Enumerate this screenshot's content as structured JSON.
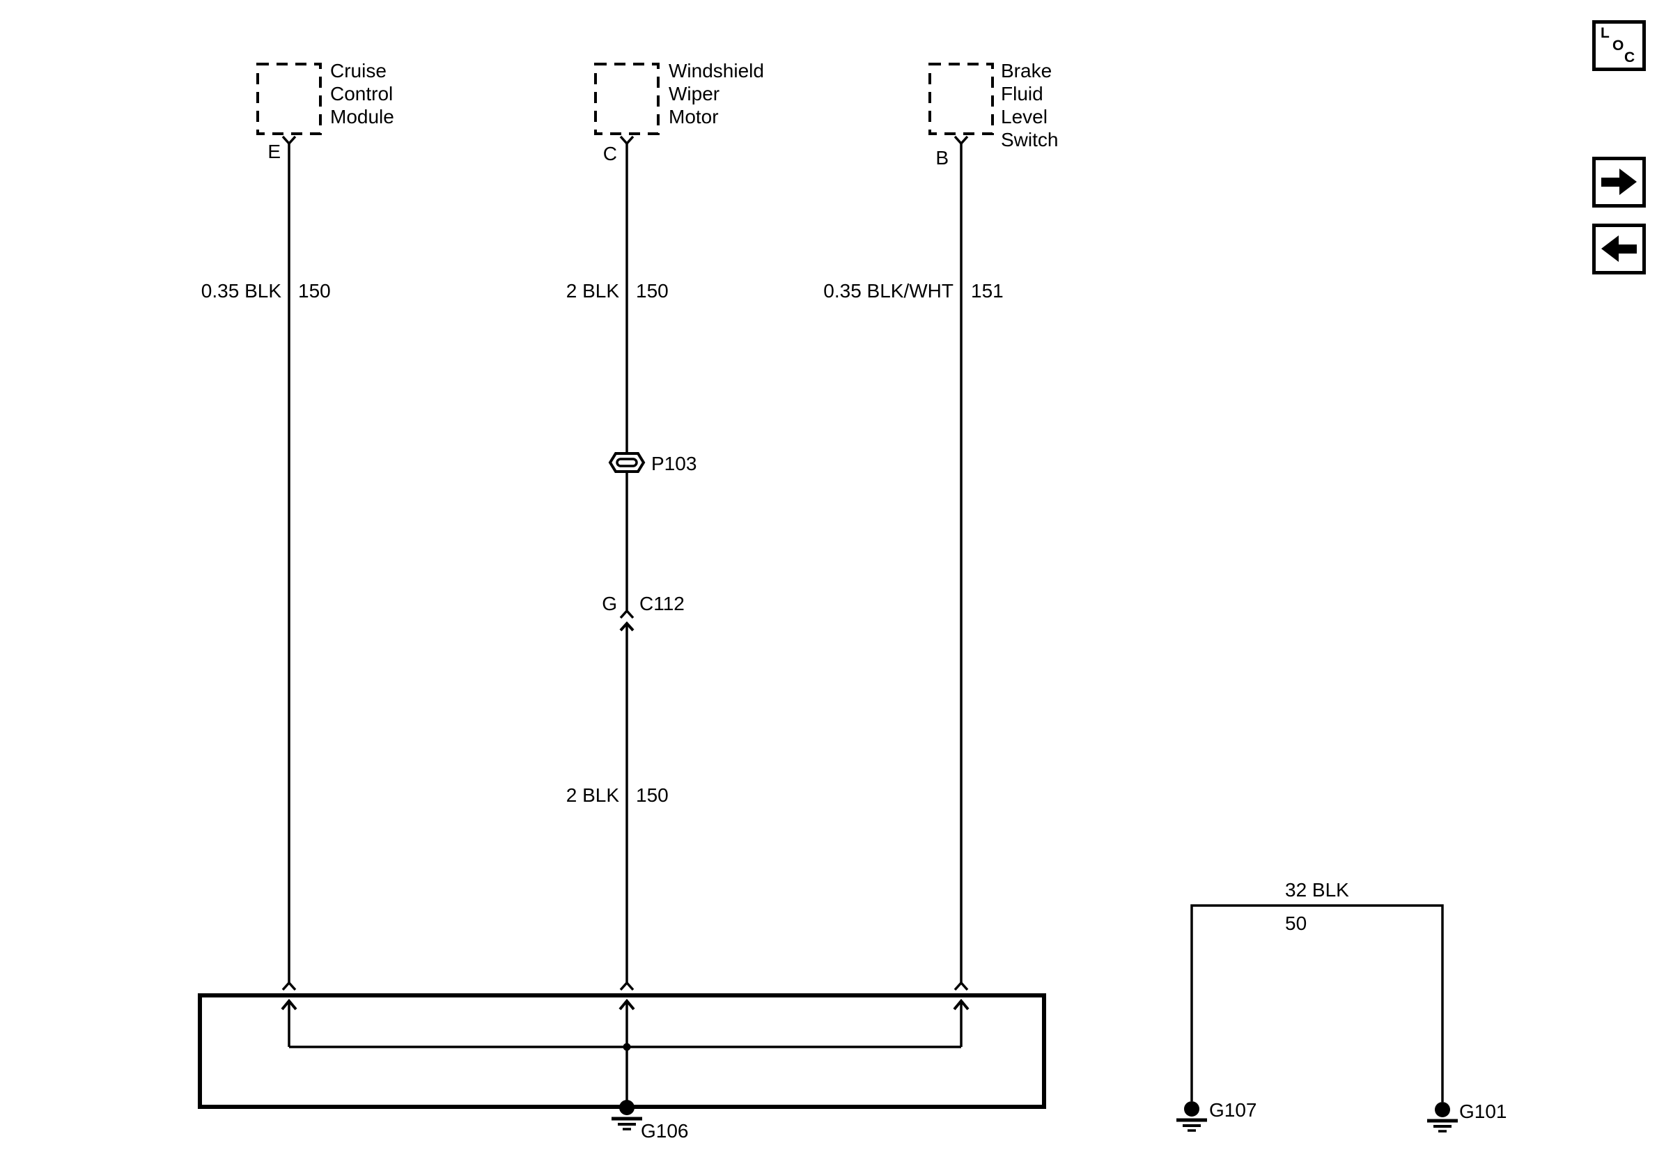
{
  "toolbar": {
    "loc_button": {
      "letters": [
        "L",
        "O",
        "C"
      ]
    },
    "forward_button": {
      "icon": "arrow-right-icon"
    },
    "back_button": {
      "icon": "arrow-left-icon"
    }
  },
  "components": {
    "cruise_control_module": {
      "name_lines": [
        "Cruise",
        "Control",
        "Module"
      ],
      "pin": "E"
    },
    "windshield_wiper_motor": {
      "name_lines": [
        "Windshield",
        "Wiper",
        "Motor"
      ],
      "pin": "C"
    },
    "brake_fluid_level_switch": {
      "name_lines": [
        "Brake",
        "Fluid",
        "Level",
        "Switch"
      ],
      "pin": "B"
    }
  },
  "wire_labels": {
    "cruise": {
      "size_color": "0.35 BLK",
      "circuit": "150"
    },
    "wiper_upper": {
      "size_color": "2 BLK",
      "circuit": "150"
    },
    "brake": {
      "size_color": "0.35 BLK/WHT",
      "circuit": "151"
    },
    "wiper_lower": {
      "size_color": "2 BLK",
      "circuit": "150"
    },
    "ground_strap": {
      "size_color": "32 BLK",
      "circuit": "50"
    }
  },
  "splices": {
    "p103": {
      "label": "P103"
    }
  },
  "connectors": {
    "c112": {
      "pin": "G",
      "label": "C112"
    }
  },
  "grounds": {
    "g106": {
      "label": "G106"
    },
    "g107": {
      "label": "G107"
    },
    "g101": {
      "label": "G101"
    }
  },
  "colors": {
    "line": "#000000",
    "background": "#ffffff"
  }
}
